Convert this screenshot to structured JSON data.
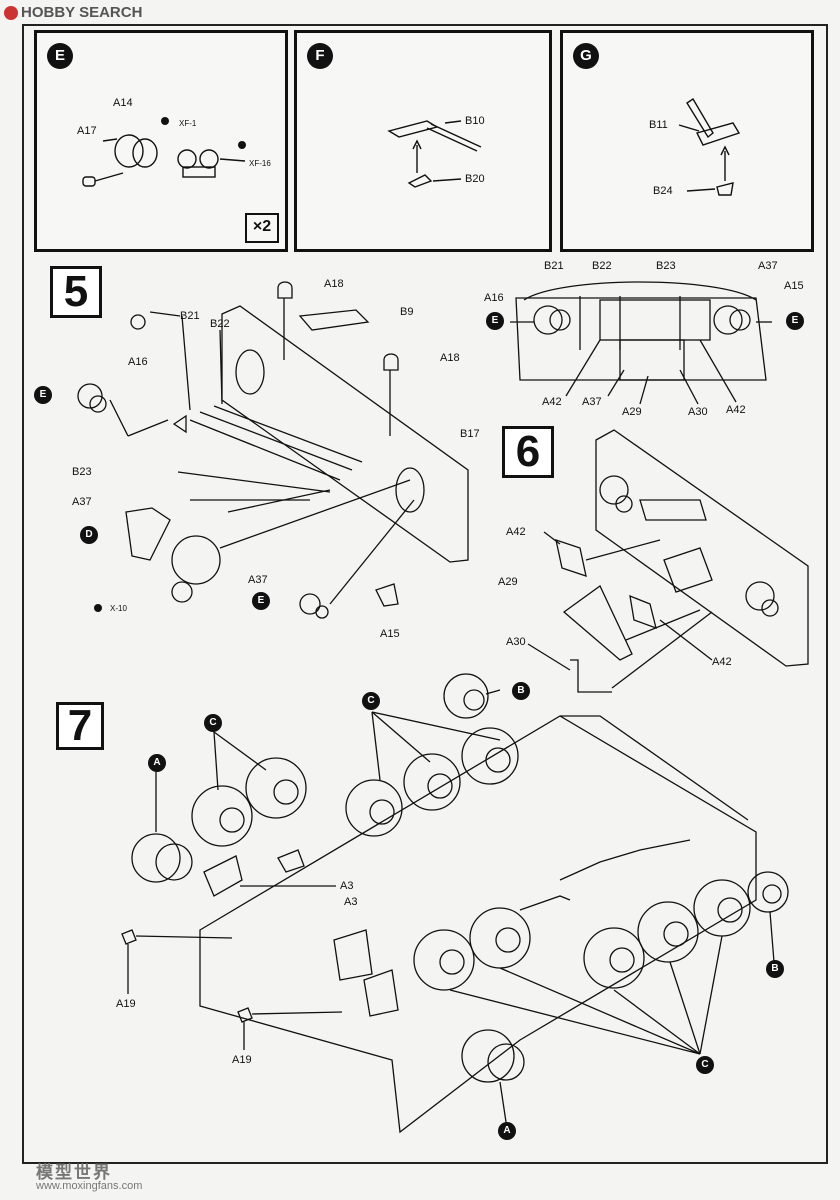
{
  "header": {
    "watermark": "HOBBY SEARCH"
  },
  "footer": {
    "watermark": "模型世界",
    "url": "www.moxingfans.com"
  },
  "box_e": {
    "letter": "E",
    "labels": {
      "a14": "A14",
      "a17": "A17",
      "xf1": "XF-1",
      "xf16": "XF-16"
    },
    "multiplier_x": "×",
    "multiplier_n": "2"
  },
  "box_f": {
    "letter": "F",
    "labels": {
      "b10": "B10",
      "b20": "B20"
    }
  },
  "box_g": {
    "letter": "G",
    "labels": {
      "b11": "B11",
      "b24": "B24"
    }
  },
  "step5": {
    "number": "5",
    "labels": {
      "a18a": "A18",
      "b9": "B9",
      "b21": "B21",
      "b22": "B22",
      "a16": "A16",
      "a18b": "A18",
      "b17": "B17",
      "b23": "B23",
      "a37a": "A37",
      "a37b": "A37",
      "x10": "X-10",
      "a15": "A15"
    },
    "circles": {
      "e1": "E",
      "d": "D",
      "e2": "E"
    }
  },
  "step_top_right": {
    "labels": {
      "b21": "B21",
      "b22": "B22",
      "b23": "B23",
      "a37": "A37",
      "a16": "A16",
      "a15": "A15",
      "a42a": "A42",
      "a37b": "A37",
      "a29": "A29",
      "a30": "A30",
      "a42b": "A42"
    },
    "circles": {
      "e1": "E",
      "e2": "E"
    }
  },
  "step6": {
    "number": "6",
    "labels": {
      "a42a": "A42",
      "a29": "A29",
      "a30": "A30",
      "a42b": "A42"
    }
  },
  "step7": {
    "number": "7",
    "labels": {
      "a3": "A3",
      "a3b": "A3",
      "a19a": "A19",
      "a19b": "A19"
    },
    "circles": {
      "b1": "B",
      "c1": "C",
      "c2": "C",
      "a1": "A",
      "b2": "B",
      "c3": "C",
      "a2": "A"
    }
  }
}
